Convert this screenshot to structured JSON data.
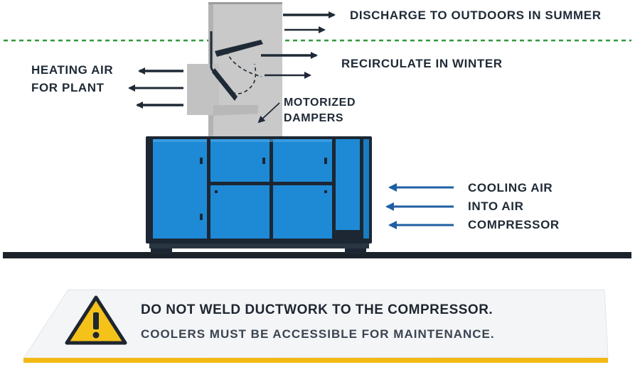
{
  "labels": {
    "discharge": "DISCHARGE TO OUTDOORS IN SUMMER",
    "recirculate": "RECIRCULATE IN WINTER",
    "heating_line1": "HEATING AIR",
    "heating_line2": "FOR PLANT",
    "dampers_line1": "MOTORIZED",
    "dampers_line2": "DAMPERS",
    "cooling_line1": "COOLING AIR",
    "cooling_line2": "INTO AIR",
    "cooling_line3": "COMPRESSOR"
  },
  "warning": {
    "title": "DO NOT WELD DUCTWORK TO THE COMPRESSOR.",
    "subtitle": "COOLERS MUST BE ACCESSIBLE FOR MAINTENANCE.",
    "icon": "warning-triangle-icon"
  },
  "colors": {
    "compressor_blue": "#1e8ad6",
    "duct_gray": "#c9c9c9",
    "arrow_dark": "#1f2a36",
    "arrow_blue": "#1f5fa3",
    "roofline_green": "#2f9a3c",
    "warning_yellow": "#f2b816"
  }
}
